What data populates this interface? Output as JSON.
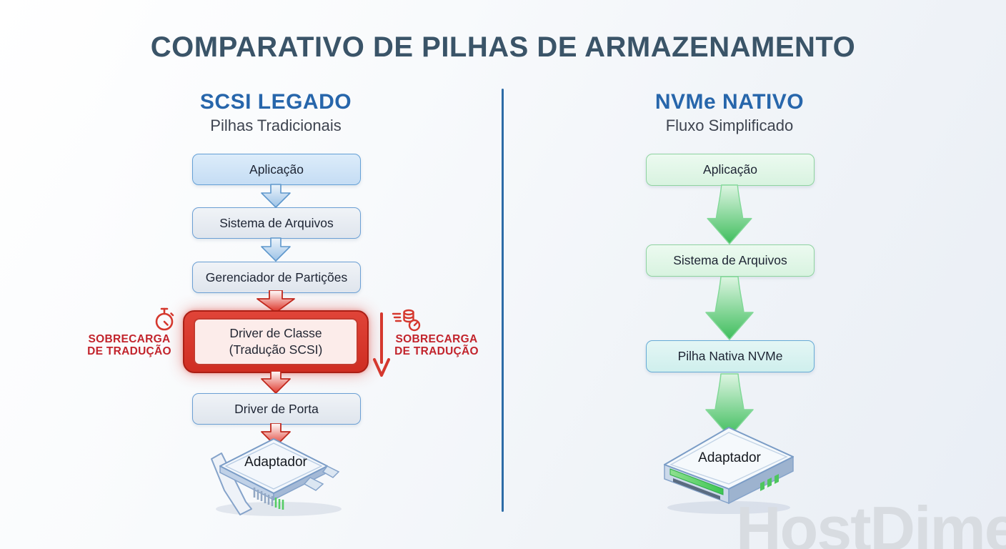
{
  "title": "COMPARATIVO DE PILHAS DE ARMAZENAMENTO",
  "watermark": "HostDime",
  "left_column": {
    "heading": "SCSI LEGADO",
    "subheading": "Pilhas Tradicionais",
    "box_aplicacao": "Aplicação",
    "box_sistema": "Sistema de Arquivos",
    "box_gerenciador": "Gerenciador de Partições",
    "highlight": {
      "line1": "Driver de Classe",
      "line2": "(Tradução SCSI)"
    },
    "box_porta": "Driver de Porta",
    "device_label": "Adaptador",
    "overhead_left": {
      "line1": "SOBRECARGA",
      "line2": "DE TRADUÇÃO"
    },
    "overhead_right": {
      "line1": "SOBRECARGA",
      "line2": "DE TRADUÇÃO"
    }
  },
  "right_column": {
    "heading": "NVMe NATIVO",
    "subheading": "Fluxo Simplificado",
    "box_aplicacao": "Aplicação",
    "box_sistema": "Sistema de Arquivos",
    "box_pilha": "Pilha Nativa NVMe",
    "device_label": "Adaptador"
  },
  "icons": {
    "overhead_time": "stopwatch-icon",
    "overhead_cost": "speed-cost-icon"
  },
  "colors": {
    "accent_blue": "#2766ab",
    "alert_red": "#d5382e",
    "flow_green": "#44c263",
    "title_slate": "#3a5468"
  }
}
